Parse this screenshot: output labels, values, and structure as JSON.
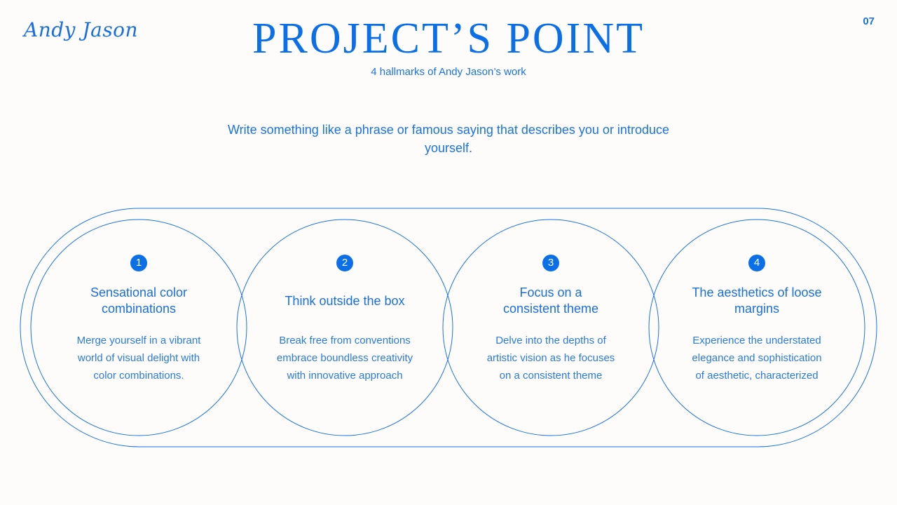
{
  "brand": "Andy Jason",
  "page_number": "07",
  "title": "PROJECT’S POINT",
  "subtitle": "4 hallmarks of Andy Jason’s work",
  "quote": "Write something like a phrase or famous saying that describes you or introduce yourself.",
  "colors": {
    "accent": "#0b6fe8",
    "background": "#fdfcfa"
  },
  "points": [
    {
      "number": "1",
      "heading": "Sensational color combinations",
      "description": "Merge yourself in a vibrant world of visual delight with color combinations."
    },
    {
      "number": "2",
      "heading": "Think outside the box",
      "description": "Break free from conventions embrace boundless creativity with innovative approach"
    },
    {
      "number": "3",
      "heading": "Focus on a consistent theme",
      "description": "Delve into the depths of artistic vision as he focuses on a consistent theme"
    },
    {
      "number": "4",
      "heading": "The aesthetics of loose margins",
      "description": "Experience the understated elegance and sophistication of aesthetic, characterized"
    }
  ]
}
